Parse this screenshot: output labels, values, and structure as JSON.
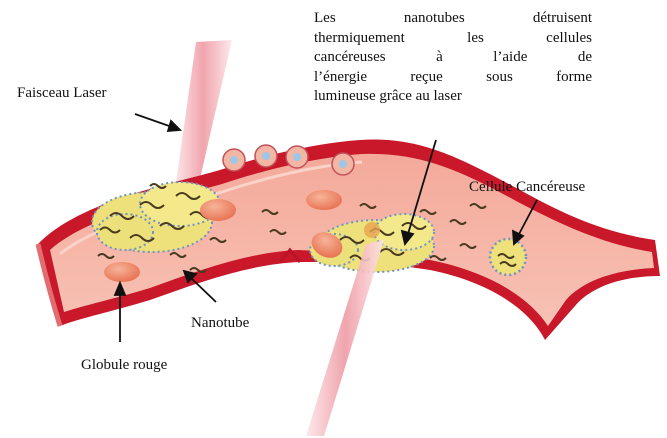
{
  "labels": {
    "laser": "Faisceau Laser",
    "cancer_cell": "Cellule Cancéreuse",
    "nanotube": "Nanotube",
    "red_cell": "Globule rouge"
  },
  "caption_lines": [
    "Les nanotubes détruisent",
    "thermiquement les cellules",
    "cancéreuses à l’aide de",
    "l’énergie reçue sous forme",
    "lumineuse grâce au laser"
  ],
  "colors": {
    "vessel_wall": "#c8182a",
    "vessel_inner": "#ee8476",
    "vessel_lumen": "#f6b8a8",
    "red_blood_cell": "#f08a6a",
    "laser_beam": "#f2b6bc",
    "tumor_cell": "#eee07a",
    "nanotube": "#4a3a20"
  }
}
